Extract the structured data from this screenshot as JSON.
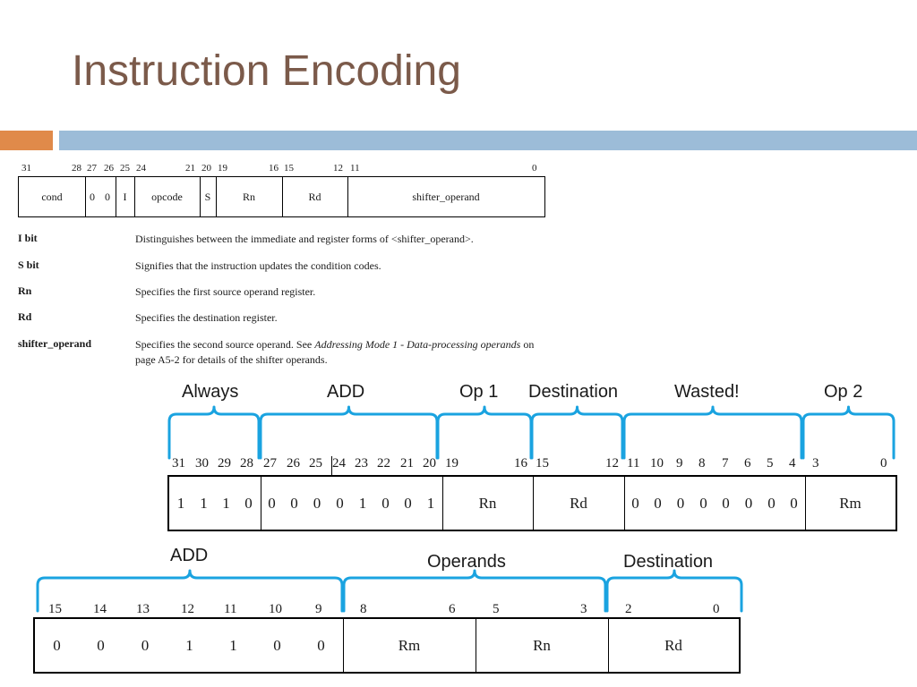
{
  "title": "Instruction Encoding",
  "arm_format": {
    "bit_numbers": [
      "31",
      "28",
      "27",
      "26",
      "25",
      "24",
      "21",
      "20",
      "19",
      "16",
      "15",
      "12",
      "11",
      "0"
    ],
    "fields": [
      "cond",
      "0",
      "0",
      "I",
      "opcode",
      "S",
      "Rn",
      "Rd",
      "shifter_operand"
    ]
  },
  "definitions": [
    {
      "term": "I bit",
      "text": "Distinguishes between the immediate and register forms of <shifter_operand>."
    },
    {
      "term": "S bit",
      "text": "Signifies that the instruction updates the condition codes."
    },
    {
      "term": "Rn",
      "text": "Specifies the first source operand register."
    },
    {
      "term": "Rd",
      "text": "Specifies the destination register."
    },
    {
      "term": "shifter_operand",
      "text_before": "Specifies the second source operand. See ",
      "text_italic": "Addressing Mode 1 - Data-processing operands",
      "text_after": " on page A5-2 for details of the shifter operands."
    }
  ],
  "arm_example": {
    "labels": [
      "Always",
      "ADD",
      "Op 1",
      "Destination",
      "Wasted!",
      "Op 2"
    ],
    "bit_numbers": [
      "31",
      "30",
      "29",
      "28",
      "27",
      "26",
      "25",
      "24",
      "23",
      "22",
      "21",
      "20",
      "19",
      "16",
      "15",
      "12",
      "11",
      "10",
      "9",
      "8",
      "7",
      "6",
      "5",
      "4",
      "3",
      "0"
    ],
    "cond_bits": [
      "1",
      "1",
      "1",
      "0"
    ],
    "op_bits": [
      "0",
      "0",
      "0",
      "0",
      "1",
      "0",
      "0",
      "1"
    ],
    "rn": "Rn",
    "rd": "Rd",
    "wasted_bits": [
      "0",
      "0",
      "0",
      "0",
      "0",
      "0",
      "0",
      "0"
    ],
    "rm": "Rm"
  },
  "thumb_example": {
    "labels": [
      "ADD",
      "Operands",
      "Destination"
    ],
    "bit_numbers": [
      "15",
      "14",
      "13",
      "12",
      "11",
      "10",
      "9",
      "8",
      "6",
      "5",
      "3",
      "2",
      "0"
    ],
    "op_bits": [
      "0",
      "0",
      "0",
      "1",
      "1",
      "0",
      "0"
    ],
    "rm": "Rm",
    "rn": "Rn",
    "rd": "Rd"
  },
  "colors": {
    "title": "#7b5a4a",
    "accent_orange": "#e08a4a",
    "accent_blue": "#9cbcd8",
    "brace": "#1aa3e0"
  }
}
